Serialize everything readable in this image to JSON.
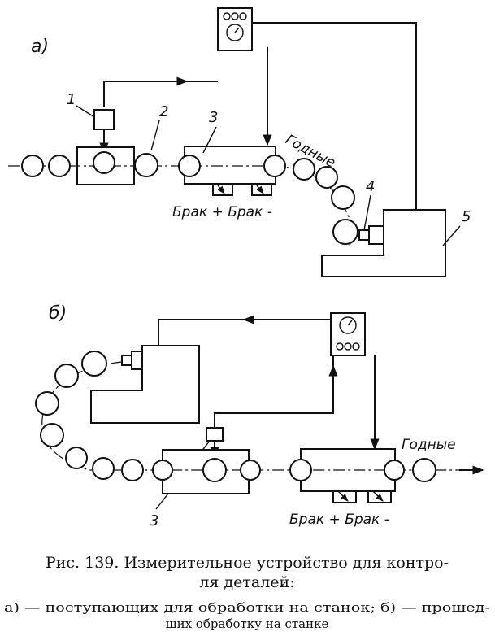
{
  "figure": {
    "part_a_label": "а)",
    "part_b_label": "б)",
    "labels": {
      "n1": "1",
      "n2": "2",
      "n3": "3",
      "n4": "4",
      "n5": "5",
      "n3b": "3",
      "good_a": "Годные",
      "good_b": "Годные",
      "reject_a": "Брак + Брак -",
      "reject_b": "Брак + Брак -"
    }
  },
  "caption": {
    "line1": "Рис. 139. Измерительное устройство для контро-",
    "line2": "ля деталей:",
    "line3": "а) — поступающих для обработки на станок; б) — прошед-",
    "line4": "ших обработку на станке"
  }
}
